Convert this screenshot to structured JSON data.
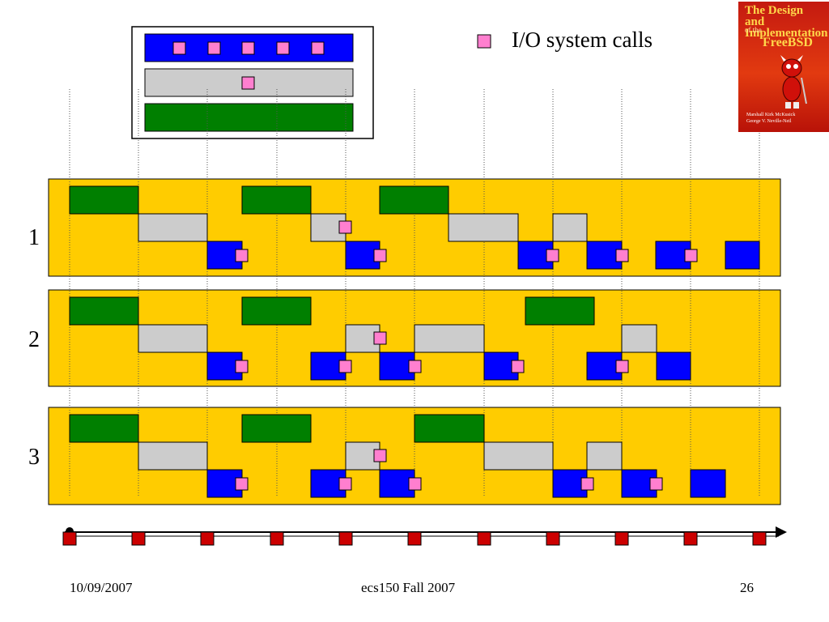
{
  "legend": {
    "label": "I/O system calls"
  },
  "rows": [
    {
      "label": "1"
    },
    {
      "label": "2"
    },
    {
      "label": "3"
    }
  ],
  "footer": {
    "date": "10/09/2007",
    "course": "ecs150 Fall 2007",
    "page": "26"
  },
  "book_cover": {
    "title": "The Design and Implementation of the FreeBSD Operating System",
    "authors": "Marshall Kirk McKusick, George V. Neville-Neil"
  },
  "colors": {
    "background_band": "#ffcc00",
    "green": "#007f00",
    "gray": "#cccccc",
    "blue": "#0000ff",
    "pink": "#ff7fcf",
    "red_marker": "#cc0000"
  }
}
